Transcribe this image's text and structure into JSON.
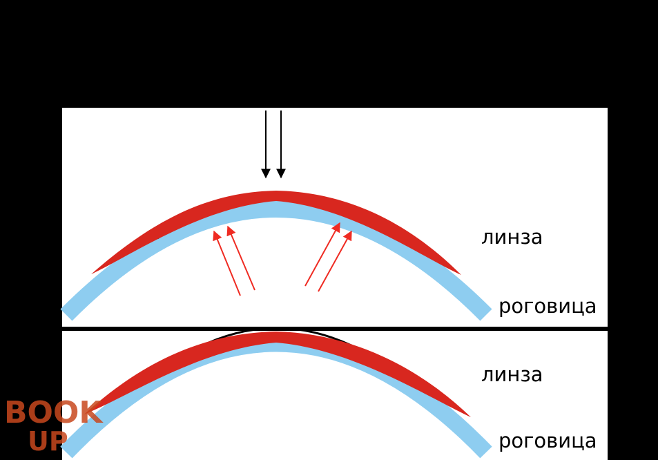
{
  "colors": {
    "background": "#000000",
    "panel": "#ffffff",
    "cornea": "#8ecdf0",
    "lens": "#d8271f",
    "tear_film": "#000000",
    "light_down": "#000000",
    "light_reflected": "#ef2b22",
    "logo": "#c8481e"
  },
  "top_panel": {
    "lens_label": "линза",
    "cornea_label": "роговица",
    "incident_arrows": 2,
    "reflected_arrows": 4
  },
  "bottom_panel": {
    "lens_label": "линза",
    "cornea_label": "роговица"
  },
  "watermark": {
    "line1": "BOOK",
    "line2": "UP"
  }
}
